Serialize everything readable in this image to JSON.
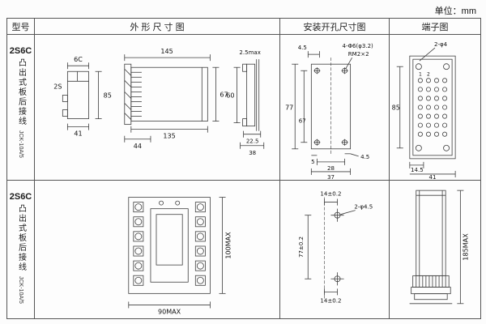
{
  "unit_label": "单位：mm",
  "headers": {
    "model": "型号",
    "outline": "外 形 尺 寸 图",
    "install": "安装开孔尺寸图",
    "terminal": "端子图"
  },
  "rows": [
    {
      "model": "2S6C",
      "model_desc": "凸出式板后接线",
      "model_code": "JCK-10A/5",
      "outline": {
        "d6c": "6C",
        "d2s": "2S",
        "d85": "85",
        "d41": "41",
        "d145": "145",
        "d67": "67",
        "d135": "135",
        "d44": "44",
        "d25max": "2.5max",
        "d60": "60",
        "d225": "22.5",
        "d38": "38"
      },
      "install": {
        "d45_top": "4.5",
        "callout": "4-Φ6(φ3.2)",
        "screw": "RM2×2",
        "d77": "77",
        "d67": "67",
        "d5": "5",
        "d28": "28",
        "d37": "37",
        "d45_right": "4.5"
      },
      "terminal": {
        "holes": "2-φ4",
        "col1": "1",
        "col2": "2",
        "d85": "85",
        "d145": "14.5",
        "d41": "41"
      }
    },
    {
      "model": "2S6C",
      "model_desc": "凸出式板后接线",
      "model_code": "JCK-10A/5",
      "outline": {
        "d100": "100MAX",
        "d90": "90MAX"
      },
      "install": {
        "d14_top": "14±0.2",
        "holes": "2-φ4.5",
        "d77": "77±0.2",
        "d14_bottom": "14±0.2"
      },
      "terminal": {
        "d185": "185MAX"
      }
    }
  ]
}
